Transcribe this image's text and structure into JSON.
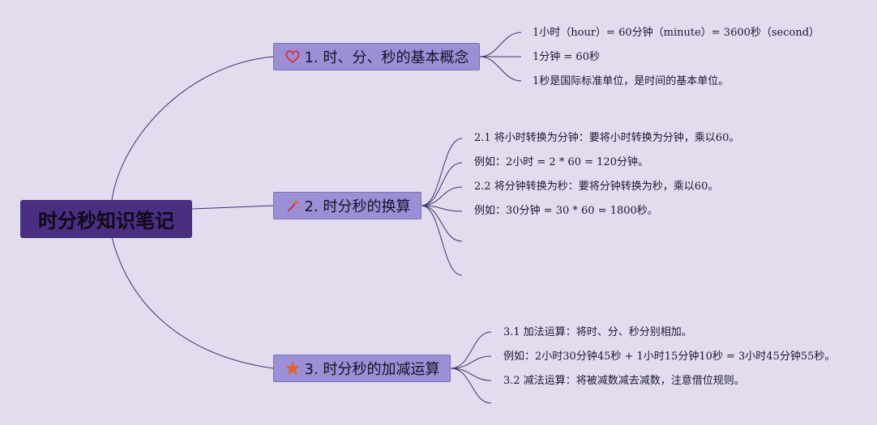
{
  "root": {
    "title": "时分秒知识笔记"
  },
  "topics": [
    {
      "label": "1. 时、分、秒的基本概念",
      "icon": "heart-icon",
      "leaves": [
        "1小时（hour）= 60分钟（minute）= 3600秒（second）",
        "1分钟 = 60秒",
        "1秒是国际标准单位，是时间的基本单位。"
      ]
    },
    {
      "label": "2. 时分秒的换算",
      "icon": "magic-wand-icon",
      "leaves": [
        "2.1 将小时转换为分钟：要将小时转换为分钟，乘以60。",
        "例如：2小时 = 2 * 60 = 120分钟。",
        "2.2 将分钟转换为秒：要将分钟转换为秒，乘以60。",
        "例如：30分钟 = 30 * 60 = 1800秒。",
        "",
        ""
      ]
    },
    {
      "label": "3. 时分秒的加减运算",
      "icon": "star-icon",
      "leaves": [
        "3.1 加法运算：将时、分、秒分别相加。",
        "例如：2小时30分钟45秒 + 1小时15分钟10秒 = 3小时45分钟55秒。",
        "3.2 减法运算：将被减数减去减数，注意借位规则。",
        ""
      ]
    }
  ],
  "colors": {
    "background": "#e3dcee",
    "root_fill": "#4a2e80",
    "topic_fill": "#9b8fd6",
    "line": "#3d3470",
    "heart": "#d2344a",
    "star": "#e0643a"
  }
}
